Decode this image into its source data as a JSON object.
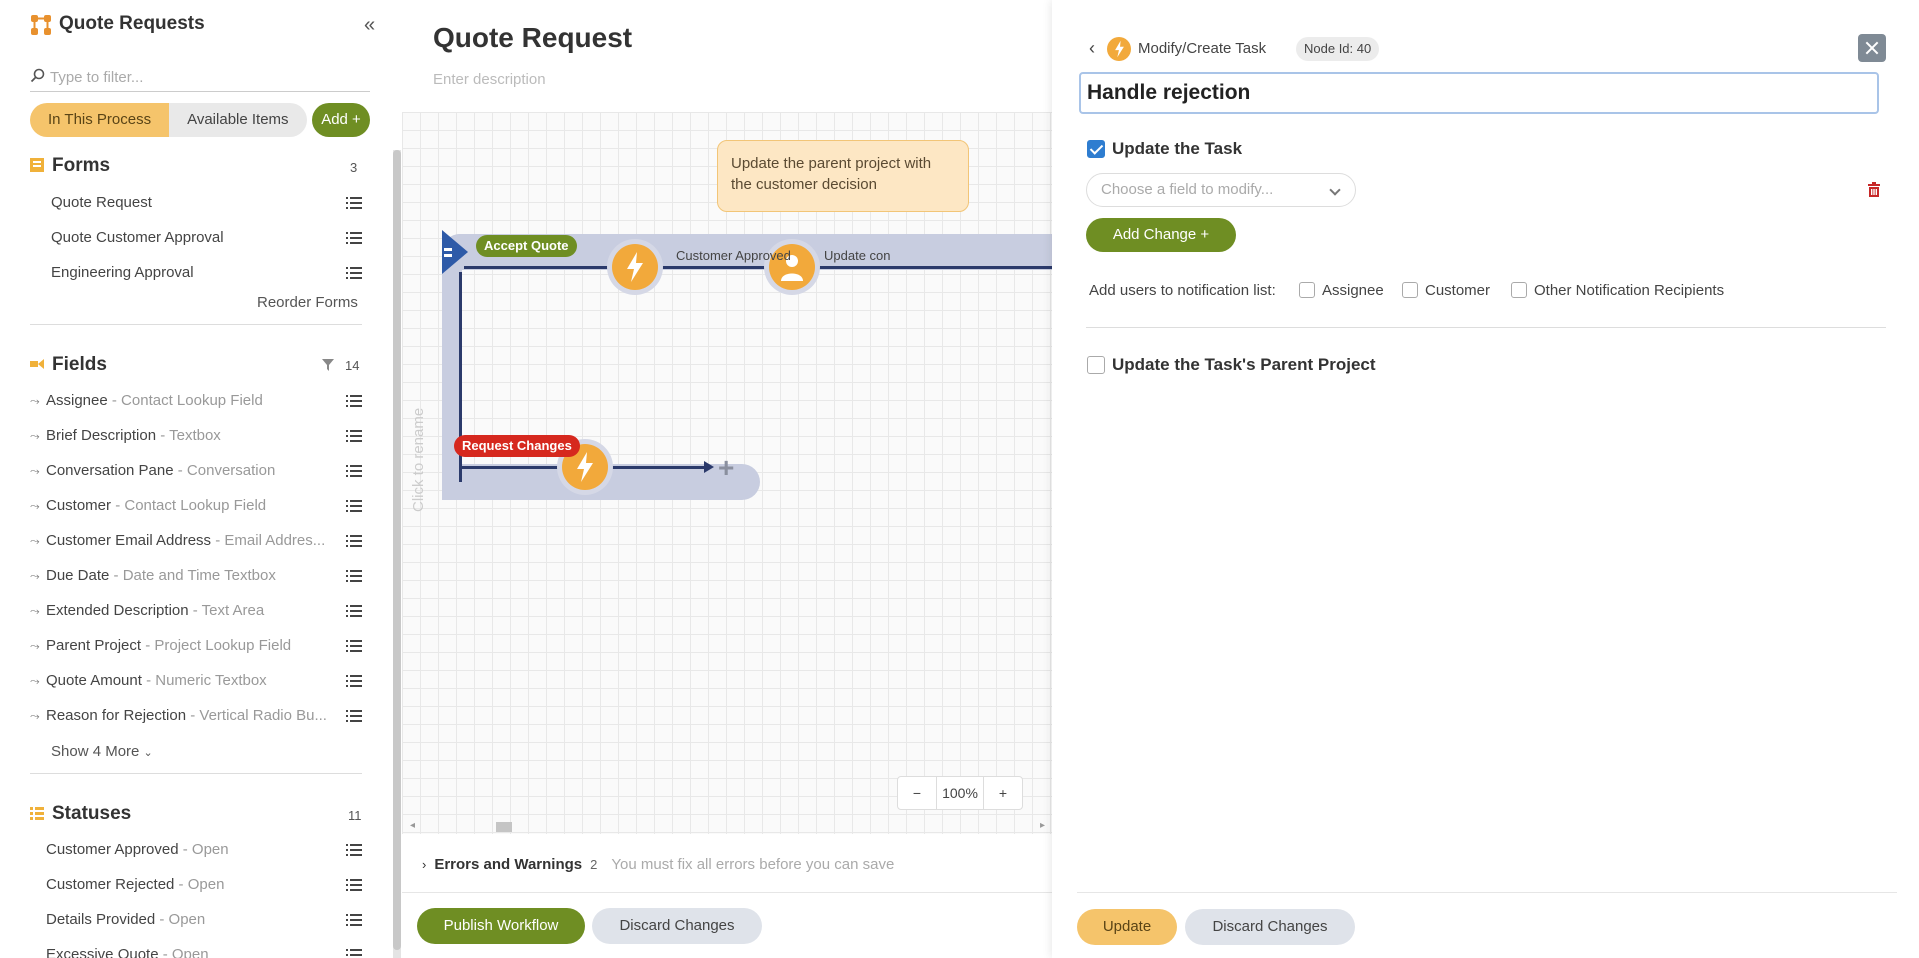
{
  "sidebar": {
    "title": "Quote Requests",
    "filter_placeholder": "Type to filter...",
    "tabs": [
      "In This Process",
      "Available Items"
    ],
    "add_label": "Add +",
    "forms": {
      "heading": "Forms",
      "count": "3",
      "items": [
        "Quote Request",
        "Quote Customer Approval",
        "Engineering Approval"
      ],
      "reorder": "Reorder Forms"
    },
    "fields": {
      "heading": "Fields",
      "count": "14",
      "items": [
        {
          "name": "Assignee",
          "type": " - Contact Lookup Field"
        },
        {
          "name": "Brief Description",
          "type": " - Textbox"
        },
        {
          "name": "Conversation Pane",
          "type": " - Conversation"
        },
        {
          "name": "Customer",
          "type": " - Contact Lookup Field"
        },
        {
          "name": "Customer Email Address",
          "type": " - Email Addres..."
        },
        {
          "name": "Due Date",
          "type": " - Date and Time Textbox"
        },
        {
          "name": "Extended Description",
          "type": " - Text Area"
        },
        {
          "name": "Parent Project",
          "type": " - Project Lookup Field"
        },
        {
          "name": "Quote Amount",
          "type": " - Numeric Textbox"
        },
        {
          "name": "Reason for Rejection",
          "type": " - Vertical Radio Bu..."
        }
      ],
      "show_more": "Show 4 More"
    },
    "statuses": {
      "heading": "Statuses",
      "count": "11",
      "items": [
        {
          "name": "Customer Approved",
          "type": " - Open"
        },
        {
          "name": "Customer Rejected",
          "type": " - Open"
        },
        {
          "name": "Details Provided",
          "type": " - Open"
        },
        {
          "name": "Excessive Quote",
          "type": " - Open"
        }
      ]
    }
  },
  "canvas": {
    "title": "Quote Request",
    "description_placeholder": "Enter description",
    "lane_label": "Click to rename",
    "sticky_note": "Update the parent project with the customer decision",
    "pill_accept": "Accept Quote",
    "pill_request": "Request Changes",
    "edge_customer_approved": "Customer Approved",
    "edge_update": "Update con",
    "zoom_minus": "−",
    "zoom_level": "100%",
    "zoom_plus": "+",
    "errors_label": "Errors and Warnings",
    "errors_count": "2",
    "errors_message": "You must fix all errors before you can save",
    "publish": "Publish Workflow",
    "discard": "Discard Changes"
  },
  "panel": {
    "back": "‹",
    "heading": "Modify/Create Task",
    "node_id": "Node Id: 40",
    "task_name": "Handle rejection",
    "update_task_label": "Update the Task",
    "update_task_checked": true,
    "field_placeholder": "Choose a field to modify...",
    "add_change": "Add Change +",
    "notify_label": "Add users to notification list:",
    "notify_options": [
      "Assignee",
      "Customer",
      "Other Notification Recipients"
    ],
    "parent_label": "Update the Task's Parent Project",
    "parent_checked": false,
    "update_btn": "Update",
    "discard_btn": "Discard Changes"
  },
  "colors": {
    "accent_green": "#6f8e23",
    "accent_amber": "#f5c46b",
    "node_orange": "#f2a93b",
    "flow_blue": "#2b3a6b",
    "pill_red": "#d6281e"
  }
}
